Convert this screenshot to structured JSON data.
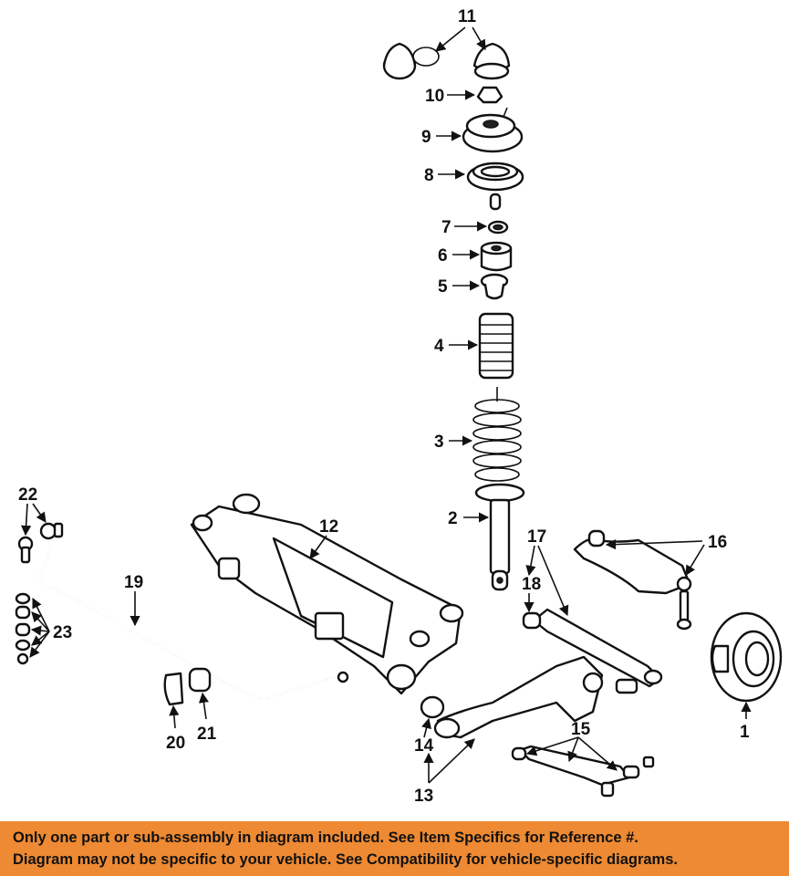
{
  "callouts": [
    "1",
    "2",
    "3",
    "4",
    "5",
    "6",
    "7",
    "8",
    "9",
    "10",
    "11",
    "12",
    "13",
    "14",
    "15",
    "16",
    "17",
    "18",
    "19",
    "20",
    "21",
    "22",
    "23"
  ],
  "footer": {
    "line1": "Only one part or sub-assembly in diagram included. See Item Specifics for Reference #.",
    "line2": "Diagram may not be specific to your vehicle. See Compatibility for vehicle-specific diagrams."
  },
  "colors": {
    "banner": "#ee8a33",
    "ink": "#111111"
  }
}
